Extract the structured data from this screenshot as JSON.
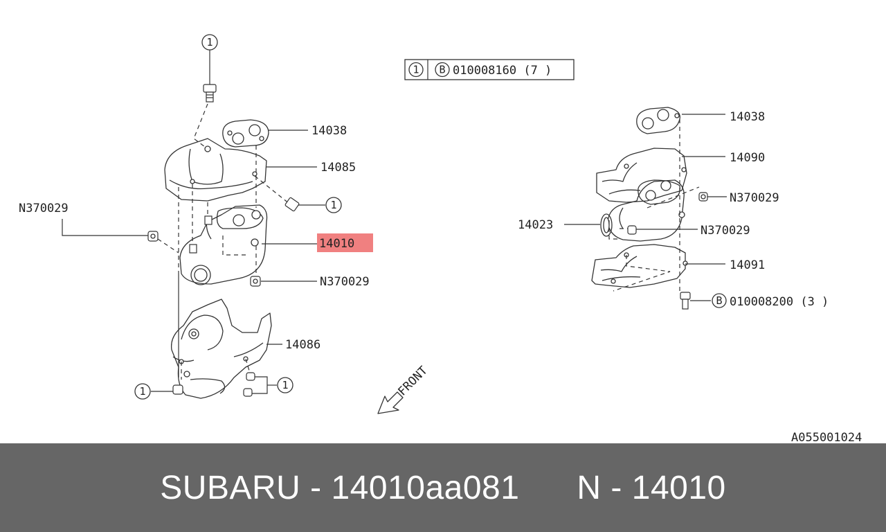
{
  "labels": {
    "p14038_left": "14038",
    "p14085": "14085",
    "p14010": "14010",
    "n370029_left": "N370029",
    "n370029_lower": "N370029",
    "p14086": "14086",
    "p14038_right": "14038",
    "p14090": "14090",
    "n370029_right_top": "N370029",
    "p14023": "14023",
    "n370029_right_mid": "N370029",
    "p14091": "14091",
    "bolt_b_ref": "010008200 (3 )",
    "table_ref": "010008160 (7 )",
    "front": "FRONT",
    "ref_code": "A055001024"
  },
  "callouts": {
    "one": "1",
    "b": "B"
  },
  "highlight_color": "#f08080",
  "footer": {
    "text": "SUBARU - 14010aa081      N - 14010"
  }
}
